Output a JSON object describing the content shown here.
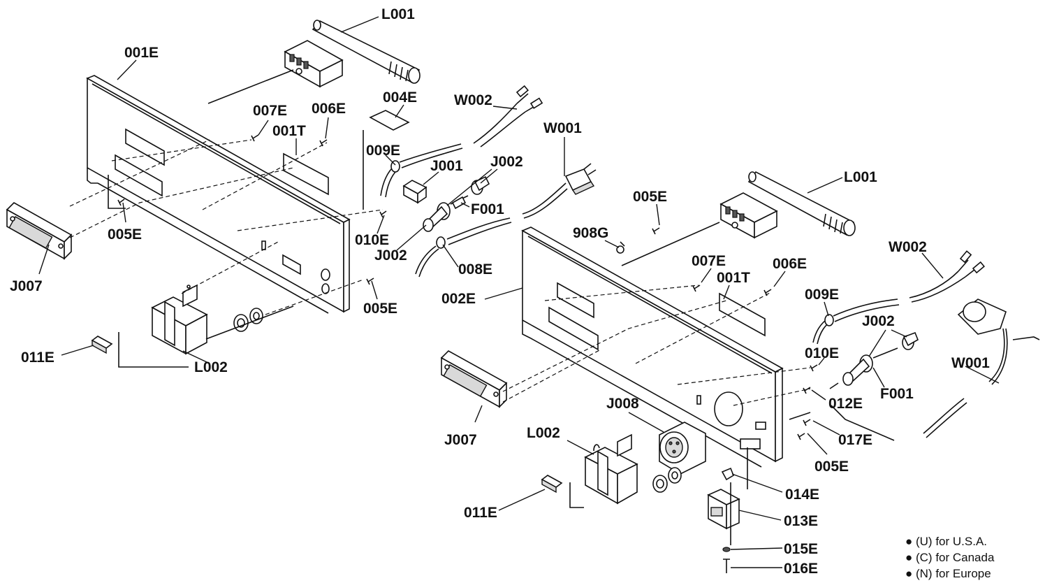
{
  "diagram": {
    "left_assembly": {
      "labels": [
        "L001",
        "001E",
        "004E",
        "W002",
        "007E",
        "006E",
        "001T",
        "W001",
        "009E",
        "J001",
        "J002",
        "F001",
        "010E",
        "005E",
        "J002",
        "008E",
        "J007",
        "005E",
        "002E",
        "011E",
        "L002"
      ]
    },
    "right_assembly": {
      "labels": [
        "L001",
        "005E",
        "908G",
        "007E",
        "006E",
        "001T",
        "W002",
        "009E",
        "J002",
        "010E",
        "W001",
        "012E",
        "F001",
        "J008",
        "L002",
        "J007",
        "017E",
        "005E",
        "014E",
        "013E",
        "011E",
        "015E",
        "016E"
      ]
    },
    "legend": [
      "● (U) for U.S.A.",
      "● (C) for Canada",
      "● (N) for Europe"
    ]
  }
}
